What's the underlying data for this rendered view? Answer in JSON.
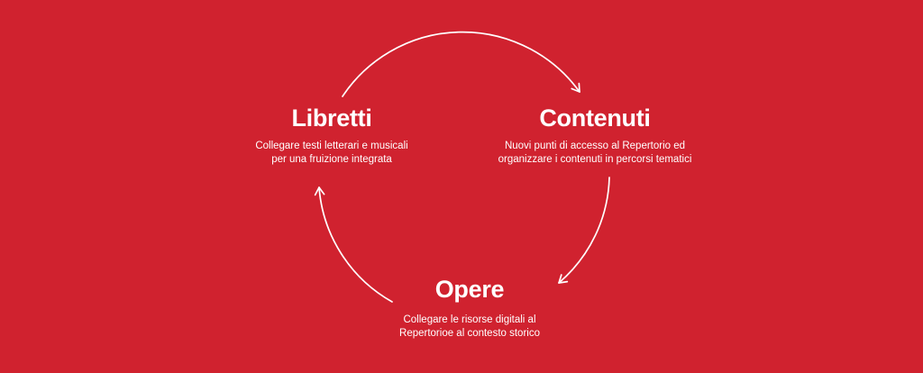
{
  "canvas": {
    "background_color": "#D0222F",
    "text_color": "#FFFFFF",
    "arrow_color": "#FFFFFF"
  },
  "nodes": {
    "libretti": {
      "title": "Libretti",
      "description": "Collegare testi letterari e musicali\nper una fruizione integrata"
    },
    "contenuti": {
      "title": "Contenuti",
      "description": "Nuovi punti di accesso al Repertorio ed\norganizzare i contenuti in percorsi tematici"
    },
    "opere": {
      "title": "Opere",
      "description": "Collegare le risorse digitali al\nRepertorioe al contesto storico"
    }
  },
  "arrows": [
    {
      "name": "libretti-to-contenuti",
      "from": "Libretti",
      "to": "Contenuti"
    },
    {
      "name": "contenuti-to-opere",
      "from": "Contenuti",
      "to": "Opere"
    },
    {
      "name": "opere-to-libretti",
      "from": "Opere",
      "to": "Libretti"
    }
  ]
}
